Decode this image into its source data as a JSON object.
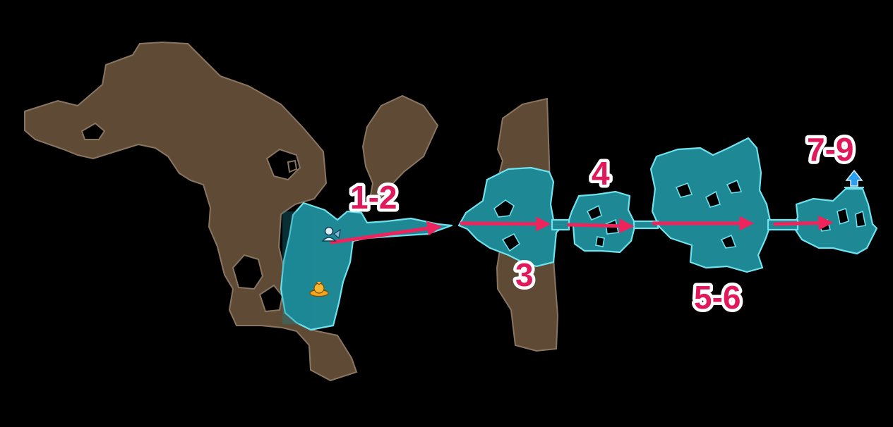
{
  "map": {
    "colors": {
      "background": "#000000",
      "unexplored_fill": "#5e4a35",
      "unexplored_edge": "#8a7560",
      "explored_fill": "#1e8895",
      "explored_edge": "#6fe2ee",
      "route_arrow": "#f0245c",
      "label_text": "#e0195a",
      "label_outline": "#ffffff",
      "exit_marker": "#2a9ff0"
    },
    "markers": [
      {
        "name": "player-start",
        "icon": "party-start-icon"
      },
      {
        "name": "gold-token",
        "icon": "gold-token-icon"
      },
      {
        "name": "exit",
        "icon": "exit-arrow-icon"
      }
    ],
    "stages": [
      {
        "label": "1-2"
      },
      {
        "label": "3"
      },
      {
        "label": "4"
      },
      {
        "label": "5-6"
      },
      {
        "label": "7-9"
      }
    ]
  }
}
